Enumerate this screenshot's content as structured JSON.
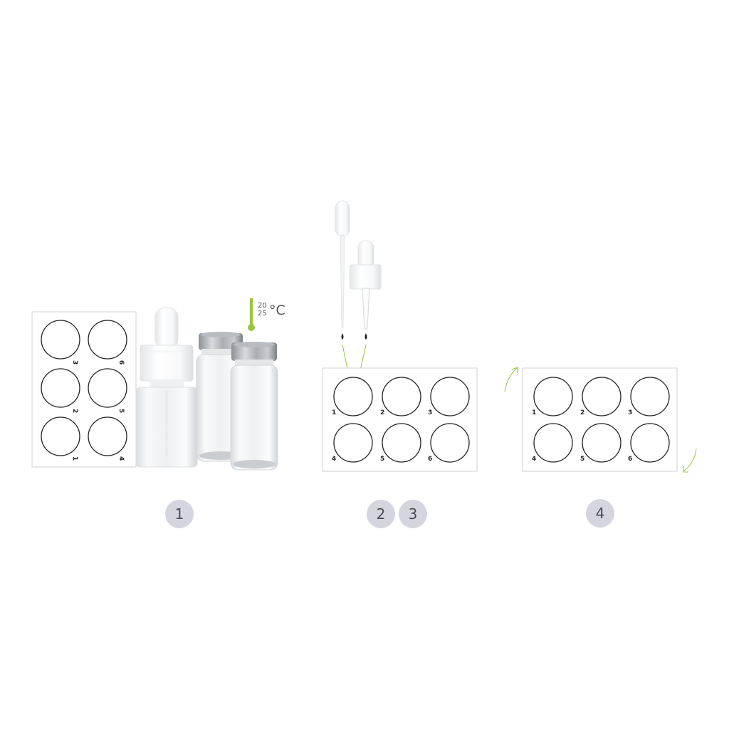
{
  "temperature": {
    "low": "20",
    "high": "25",
    "unit": "°C"
  },
  "card1": {
    "well_numbers": [
      "3",
      "6",
      "2",
      "5",
      "1",
      "4"
    ]
  },
  "card2": {
    "well_numbers": [
      "1",
      "2",
      "3",
      "4",
      "5",
      "6"
    ]
  },
  "card3": {
    "well_numbers": [
      "1",
      "2",
      "3",
      "4",
      "5",
      "6"
    ]
  },
  "steps": [
    "1",
    "2",
    "3",
    "4"
  ],
  "colors": {
    "accent": "#9bc53d",
    "badge": "#d4d5de",
    "badge_text": "#4a4a55",
    "drop": "#1a1a2a"
  },
  "icons": [
    "thermometer-icon",
    "pipette-icon",
    "dropper-icon",
    "rotate-arrow-icon"
  ]
}
